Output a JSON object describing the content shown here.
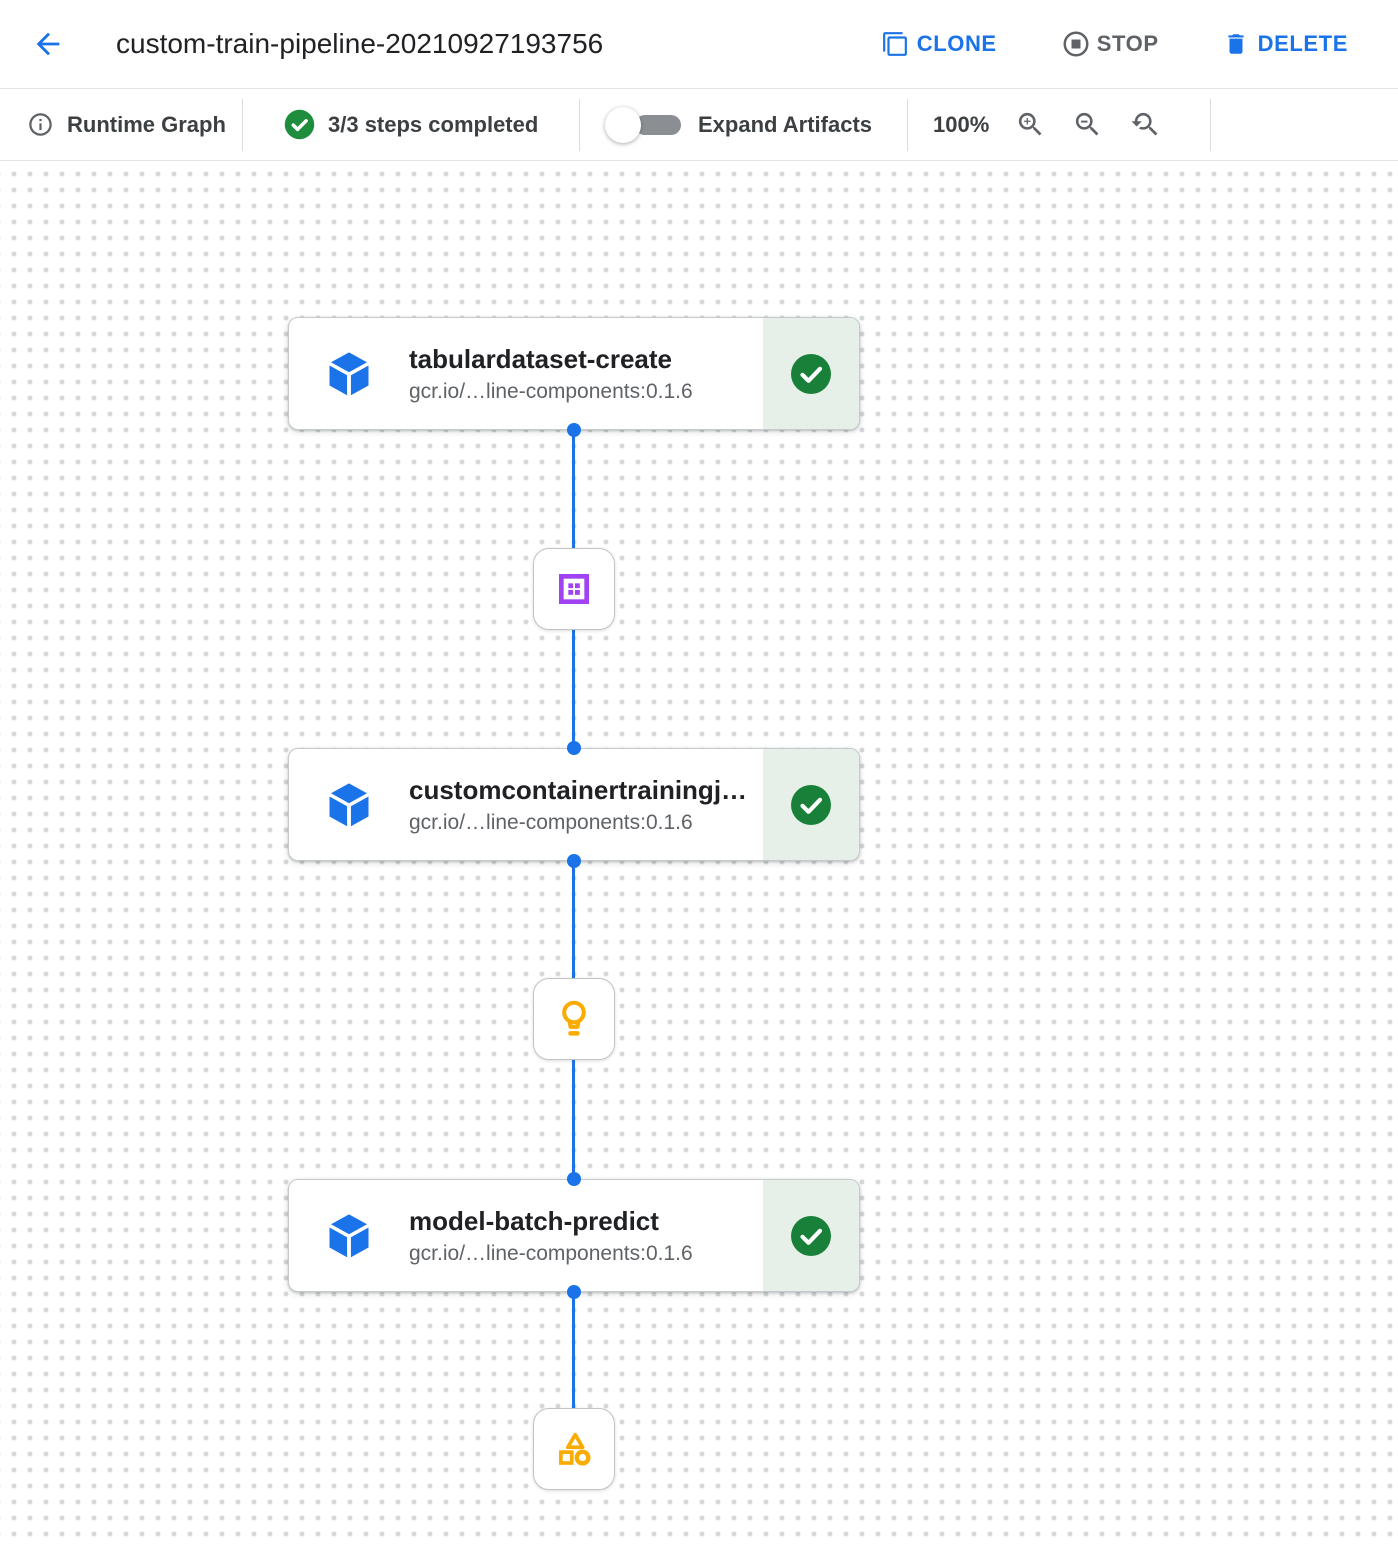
{
  "header": {
    "title": "custom-train-pipeline-20210927193756",
    "actions": {
      "clone": "CLONE",
      "stop": "STOP",
      "delete": "DELETE"
    }
  },
  "toolbar": {
    "view_label": "Runtime Graph",
    "steps_status": "3/3 steps completed",
    "expand_artifacts_label": "Expand Artifacts",
    "expand_artifacts_on": false,
    "zoom_level": "100%"
  },
  "graph": {
    "nodes": [
      {
        "type": "execution",
        "title": "tabulardataset-create",
        "subtitle": "gcr.io/…line-components:0.1.6",
        "status": "completed"
      },
      {
        "type": "artifact",
        "icon": "dataset-icon"
      },
      {
        "type": "execution",
        "title": "customcontainertrainingj…",
        "subtitle": "gcr.io/…line-components:0.1.6",
        "status": "completed"
      },
      {
        "type": "artifact",
        "icon": "model-icon"
      },
      {
        "type": "execution",
        "title": "model-batch-predict",
        "subtitle": "gcr.io/…line-components:0.1.6",
        "status": "completed"
      },
      {
        "type": "artifact",
        "icon": "custom-artifact-icon"
      }
    ]
  },
  "colors": {
    "accent_blue": "#1a73e8",
    "success_green": "#188038",
    "success_bg": "#e6f0e8",
    "artifact_purple": "#a142f4",
    "artifact_yellow": "#f9ab00",
    "icon_gray": "#5f6368"
  }
}
